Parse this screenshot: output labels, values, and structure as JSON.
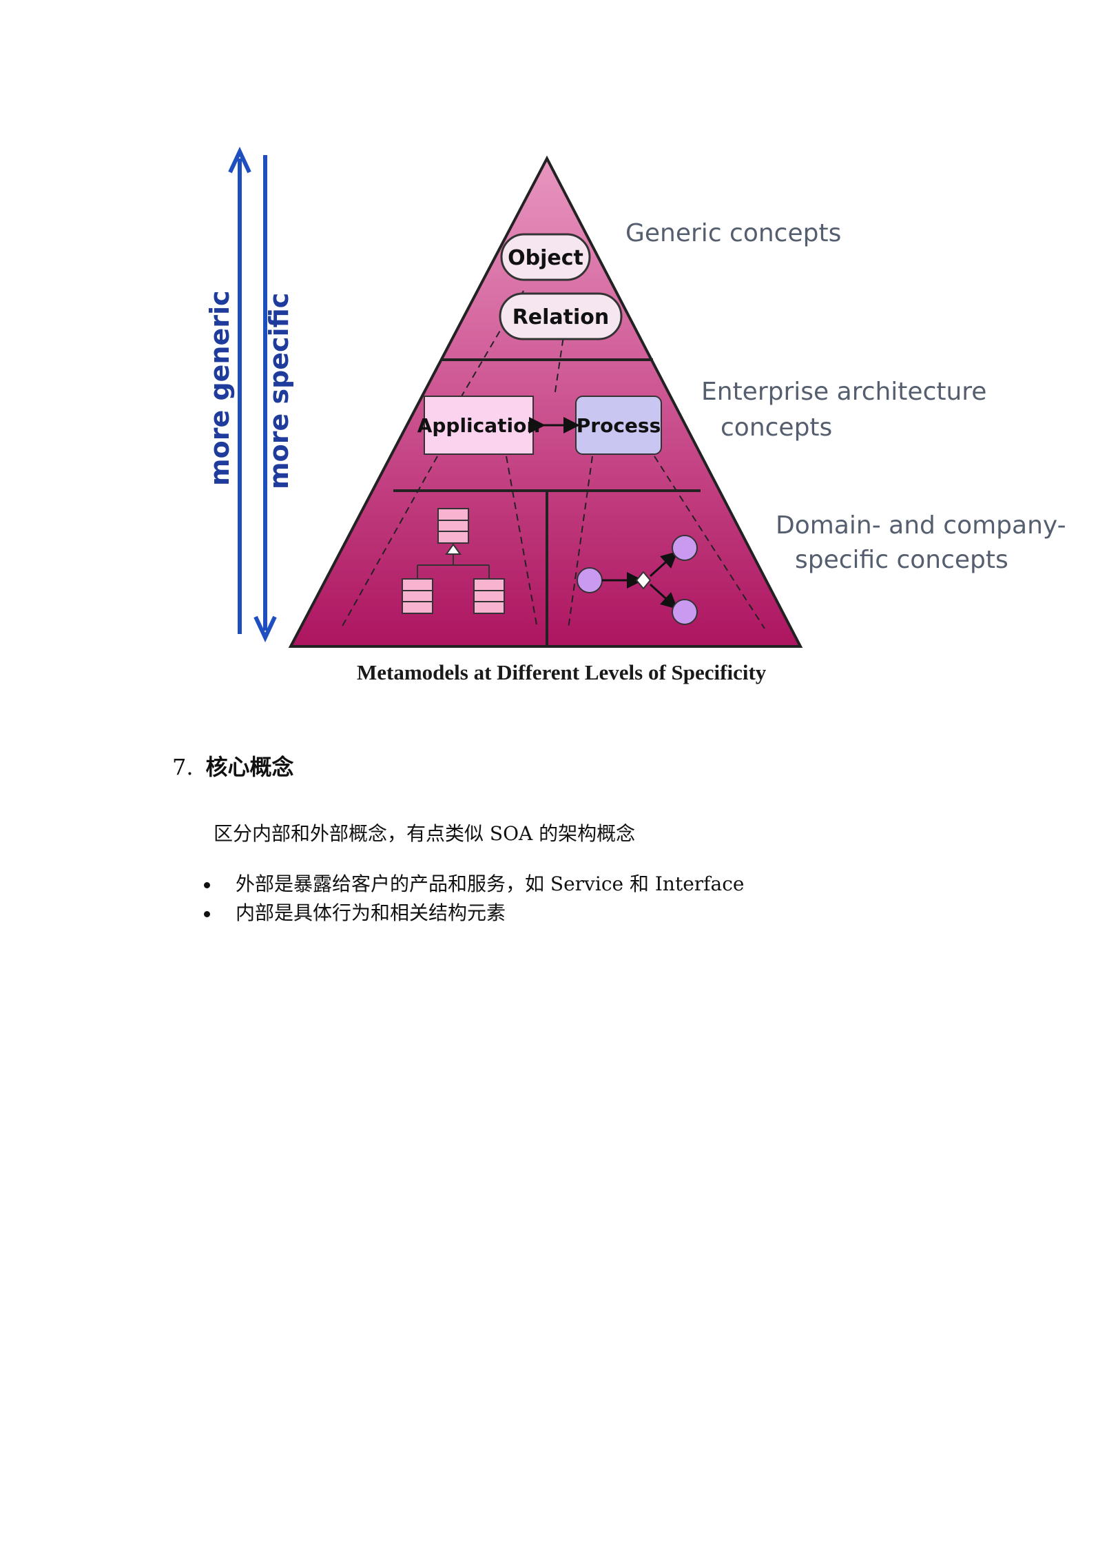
{
  "figure": {
    "labels": {
      "more_generic": "more generic",
      "more_specific": "more specific",
      "generic_concepts": "Generic concepts",
      "enterprise_line1": "Enterprise architecture",
      "enterprise_line2": "concepts",
      "domain_line1": "Domain- and company-",
      "domain_line2": "specific concepts",
      "object": "Object",
      "relation": "Relation",
      "application": "Application",
      "process": "Process"
    },
    "caption": "Metamodels at Different Levels of Specificity",
    "colors": {
      "pyramid_top": "#e07aae",
      "pyramid_bottom": "#b0165e",
      "arrow": "#1f4fbf",
      "label_text": "#555e6e"
    }
  },
  "section": {
    "number": "7.",
    "title": "核心概念",
    "paragraph": "区分内部和外部概念，有点类似 SOA 的架构概念",
    "bullets": [
      "外部是暴露给客户的产品和服务，如 Service 和 Interface",
      "内部是具体行为和相关结构元素"
    ]
  }
}
